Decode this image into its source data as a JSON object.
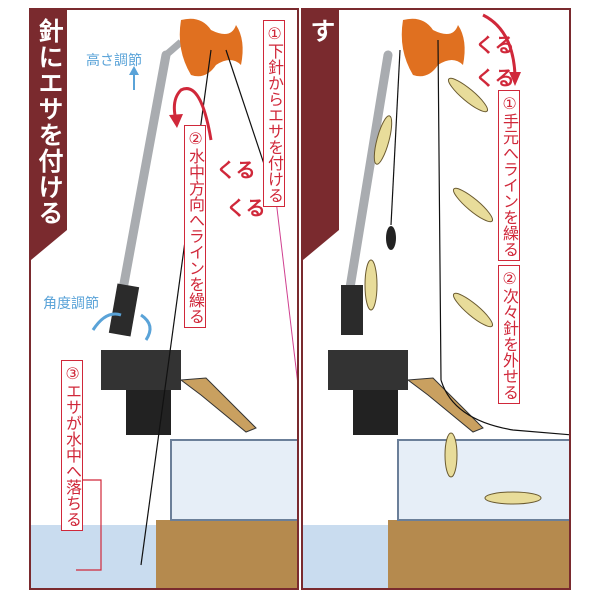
{
  "left_panel": {
    "title": "針にエサを付ける",
    "height_adjust": "高さ調節",
    "angle_adjust": "角度調節",
    "spin_text": [
      "くる",
      "くる"
    ],
    "steps": [
      {
        "text": "①下針からエサを付ける"
      },
      {
        "text": "②水中方向へラインを繰る"
      },
      {
        "text": "③エサが水中へ落ちる"
      }
    ]
  },
  "right_panel": {
    "title": "ワカサギを針から外す",
    "spin_text": [
      "くる",
      "くる"
    ],
    "steps": [
      {
        "text": "①手元へラインを繰る"
      },
      {
        "text": "②次々針を外せる"
      }
    ]
  },
  "colors": {
    "frame": "#7a2a2e",
    "accent": "#d0283a",
    "blue": "#5aa3d8",
    "spool": "#e07020",
    "water": "#c9dcef",
    "ground": "#b58a4e"
  }
}
